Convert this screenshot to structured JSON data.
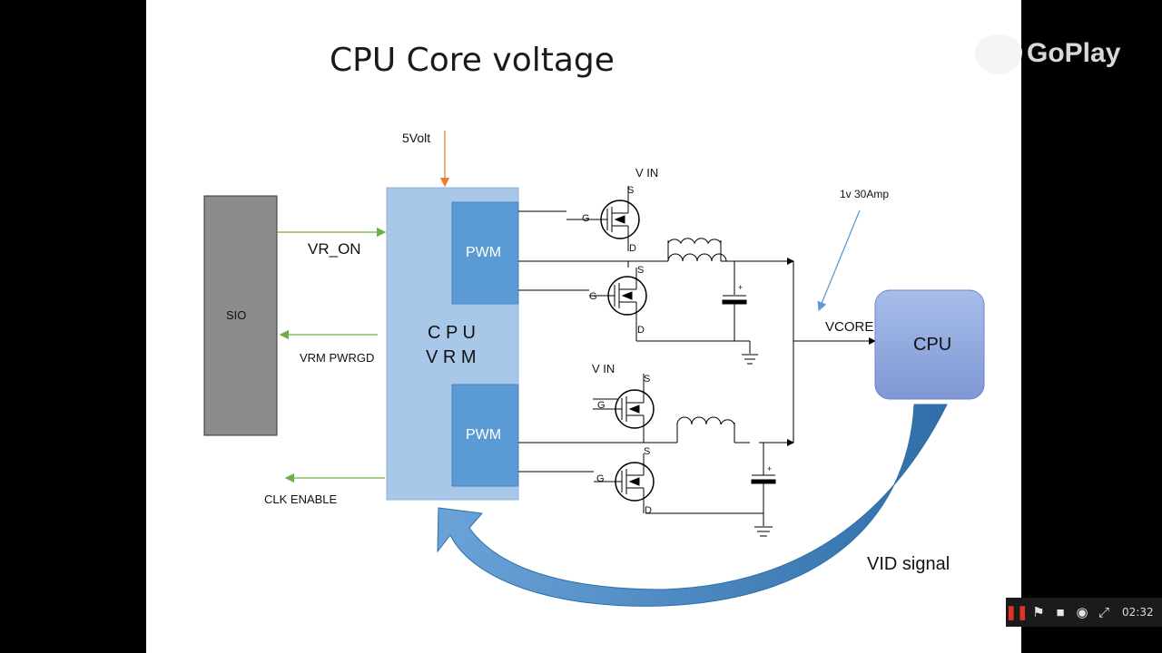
{
  "slide": {
    "title": "CPU Core voltage",
    "labels": {
      "five_volt": "5Volt",
      "sio": "SIO",
      "vr_on": "VR_ON",
      "vrm_pwrgd": "VRM PWRGD",
      "clk_enable": "CLK ENABLE",
      "cpu_vrm_line1": "C P U",
      "cpu_vrm_line2": "V R M",
      "pwm_top": "PWM",
      "pwm_bottom": "PWM",
      "vin_top": "V IN",
      "vin_bottom": "V IN",
      "current_note": "1v 30Amp",
      "vcore": "VCORE",
      "cpu": "CPU",
      "vid_signal": "VID signal",
      "s": "S",
      "g": "G",
      "d": "D",
      "plus": "+"
    }
  },
  "overlay": {
    "brand": "GoPlay",
    "time": "02:32",
    "icons": [
      "pause-icon",
      "tag-icon",
      "stop-icon",
      "camera-icon",
      "resize-icon"
    ]
  },
  "colors": {
    "vrm_box": "#a9c7e8",
    "pwm_box": "#5b9bd5",
    "sio_box": "#8c8c8c",
    "cpu_box": "#8fa8dc",
    "green_arrow": "#70ad47",
    "orange_arrow": "#ed7d31",
    "vid_arrow": "#4a86c0"
  }
}
